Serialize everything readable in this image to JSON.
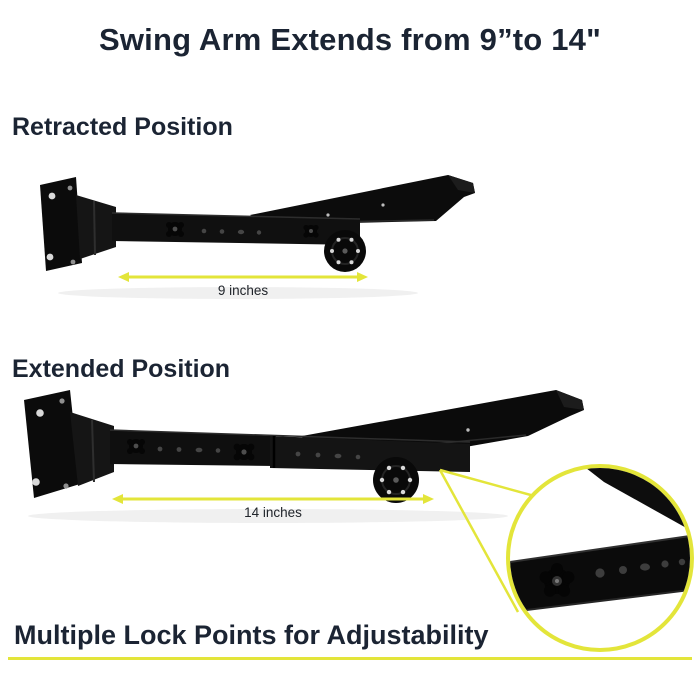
{
  "page": {
    "title": "Swing Arm Extends from 9”to 14\""
  },
  "sections": {
    "retracted": {
      "heading": "Retracted Position",
      "measurement_label": "9 inches"
    },
    "extended": {
      "heading": "Extended Position",
      "measurement_label": "14 inches"
    }
  },
  "callout": {
    "caption": "Multiple Lock Points for Adjustability"
  },
  "images": {
    "retracted_product": "swing-arm-bracket-retracted",
    "extended_product": "swing-arm-bracket-extended",
    "magnifier_detail": "lock-points-zoom"
  },
  "colors": {
    "accent_yellow": "#e3e53a",
    "heading_dark": "#1b2433",
    "product_black": "#0e0e0e",
    "background": "#ffffff"
  }
}
